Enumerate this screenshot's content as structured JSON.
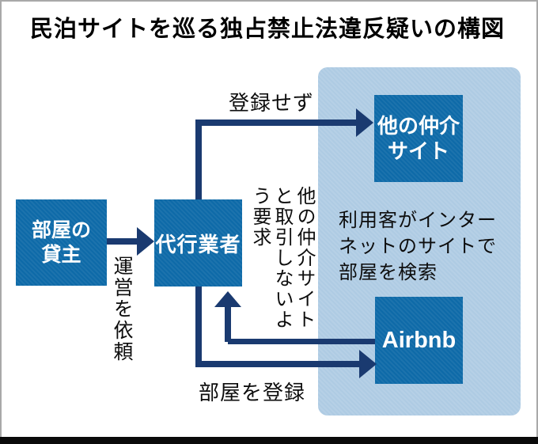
{
  "title": "民泊サイトを巡る独占禁止法違反疑いの構図",
  "diagram": {
    "nodes": {
      "landlord": {
        "label": "部屋の\n貸主"
      },
      "agent": {
        "label": "代行業者"
      },
      "other_sites": {
        "label": "他の仲介\nサイト"
      },
      "airbnb": {
        "label": "Airbnb"
      }
    },
    "arrows": {
      "request_management": {
        "from": "landlord",
        "to": "agent",
        "label": "運営を依頼"
      },
      "not_register": {
        "from": "agent",
        "to": "other_sites",
        "label": "登録せず"
      },
      "demand_exclusivity": {
        "from": "airbnb",
        "to": "agent",
        "label": "他の仲介サイトと取引しないよう要求",
        "label_columns": "他の仲介サイト\nと取引しないよ\nう要求"
      },
      "register_rooms": {
        "from": "agent",
        "to": "airbnb",
        "label": "部屋を登録"
      }
    },
    "panel_note": "利用客がインター\nネットのサイトで\n部屋を検索",
    "colors": {
      "node_fill": "#0e6aa8",
      "arrow": "#1a3a70",
      "panel_fill": "#aecbe3"
    }
  }
}
